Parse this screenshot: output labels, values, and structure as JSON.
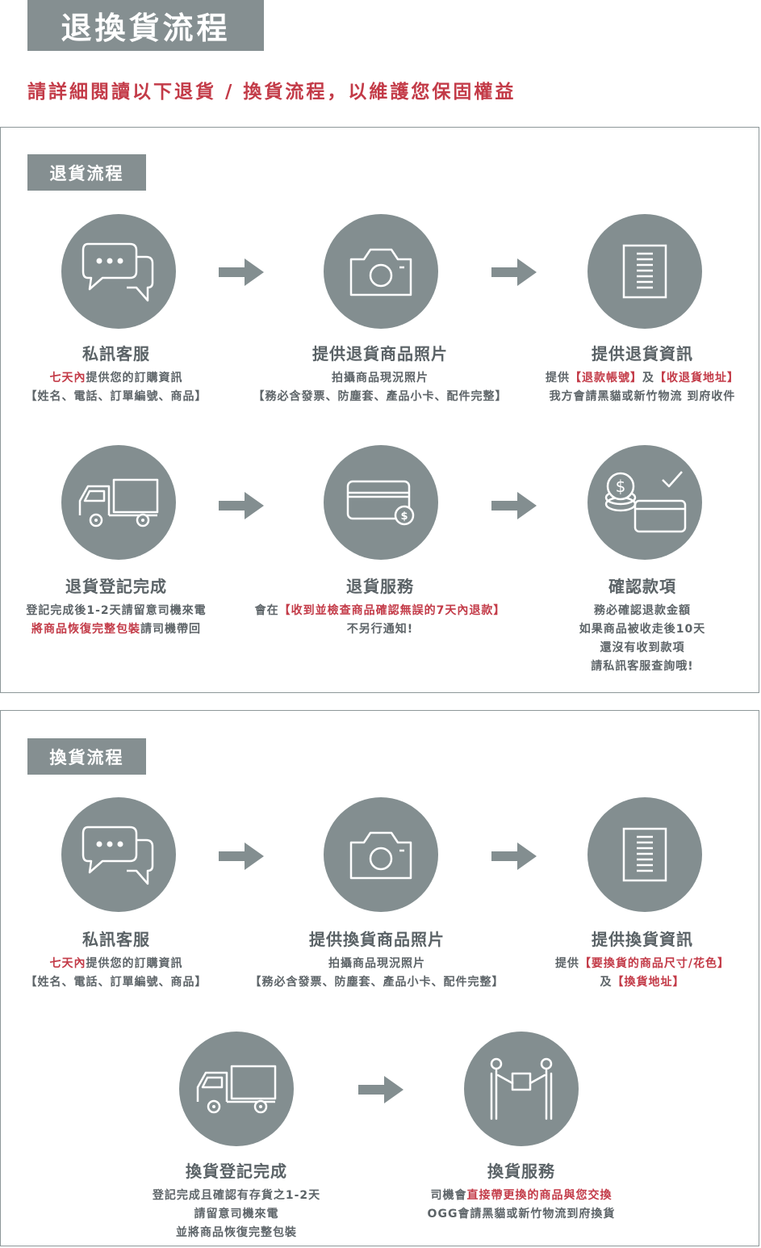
{
  "header": {
    "title": "退換貨流程",
    "subtitle": "請詳細閱讀以下退貨 / 換貨流程，以維護您保固權益"
  },
  "colors": {
    "accent": "#c33b48",
    "gray": "#838e90",
    "text": "#5d6468"
  },
  "return_flow": {
    "label": "退貨流程",
    "steps": [
      {
        "icon": "chat-bubbles-icon",
        "title": "私訊客服",
        "l1a_red": "七天內",
        "l1b": "提供您的訂購資訊",
        "l2_red": "【姓名、電話、訂單編號、商品】"
      },
      {
        "icon": "camera-icon",
        "title": "提供退貨商品照片",
        "l1": "拍攝商品現況照片",
        "l2_red": "【務必含發票、防塵套、產品小卡、配件完整】"
      },
      {
        "icon": "document-icon",
        "title": "提供退貨資訊",
        "l1a": "提供",
        "l1b_red": "【退款帳號】",
        "l1c": "及",
        "l1d_red": "【收退貨地址】",
        "l2": "我方會請黑貓或新竹物流 到府收件"
      },
      {
        "icon": "truck-icon",
        "title": "退貨登記完成",
        "l1": "登記完成後1-2天請留意司機來電",
        "l2a_red": "將商品恢復完整包裝",
        "l2b": "請司機帶回"
      },
      {
        "icon": "credit-card-icon",
        "title": "退貨服務",
        "l1a": "會在",
        "l1b_red": "【收到並檢查商品確認無誤的7天內退款】",
        "l2": "不另行通知!"
      },
      {
        "icon": "coins-check-icon",
        "title": "確認款項",
        "l1": "務必確認退款金額",
        "l2_red": "如果商品被收走後10天",
        "l3_red": "還沒有收到款項",
        "l4": "請私訊客服查詢哦!"
      }
    ]
  },
  "exchange_flow": {
    "label": "換貨流程",
    "steps": [
      {
        "icon": "chat-bubbles-icon",
        "title": "私訊客服",
        "l1a_red": "七天內",
        "l1b": "提供您的訂購資訊",
        "l2_red": "【姓名、電話、訂單編號、商品】"
      },
      {
        "icon": "camera-icon",
        "title": "提供換貨商品照片",
        "l1": "拍攝商品現況照片",
        "l2_red": "【務必含發票、防塵套、產品小卡、配件完整】"
      },
      {
        "icon": "document-icon",
        "title": "提供換貨資訊",
        "l1a": "提供",
        "l1b_red": "【要換貨的商品尺寸/花色】",
        "l2a": "及",
        "l2b_red": "【換貨地址】"
      },
      {
        "icon": "truck-icon",
        "title": "換貨登記完成",
        "l1": "登記完成且確認有存貨之1-2天",
        "l2": "請留意司機來電",
        "l3_red": "並將商品恢復完整包裝"
      },
      {
        "icon": "people-handover-icon",
        "title": "換貨服務",
        "l1a": "司機會",
        "l1b_red": "直接帶更換的商品與您交換",
        "l2": "OGG會請黑貓或新竹物流到府換貨"
      }
    ]
  }
}
